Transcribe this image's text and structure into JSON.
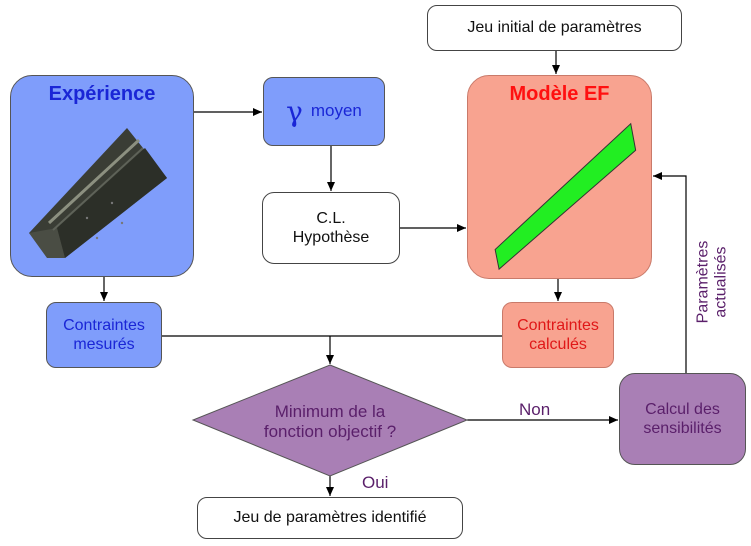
{
  "nodes": {
    "experience": {
      "title": "Expérience"
    },
    "gamma": {
      "symbol": "γ",
      "label": "moyen"
    },
    "cl": {
      "line1": "C.L.",
      "line2": "Hypothèse"
    },
    "initial_params": {
      "label": "Jeu initial de paramètres"
    },
    "model": {
      "title": "Modèle EF"
    },
    "measured": {
      "line1": "Contraintes",
      "line2": "mesurés"
    },
    "computed": {
      "line1": "Contraintes",
      "line2": "calculés"
    },
    "decision": {
      "line1": "Minimum de la",
      "line2": "fonction objectif ?"
    },
    "sensitivities": {
      "line1": "Calcul des",
      "line2": "sensibilités"
    },
    "identified": {
      "label": "Jeu de paramètres identifié"
    }
  },
  "edges": {
    "no_label": "Non",
    "yes_label": "Oui",
    "updated_params": {
      "line1": "Paramètres",
      "line2": "actualisés"
    }
  },
  "colors": {
    "experiment_fill": "#7f9dfb",
    "experiment_text": "#1a26d6",
    "model_fill": "#f8a390",
    "model_text": "#ff1010",
    "decision_fill": "#a97fb5",
    "decision_text": "#5a1f6a",
    "mesh_green": "#22ee22"
  }
}
